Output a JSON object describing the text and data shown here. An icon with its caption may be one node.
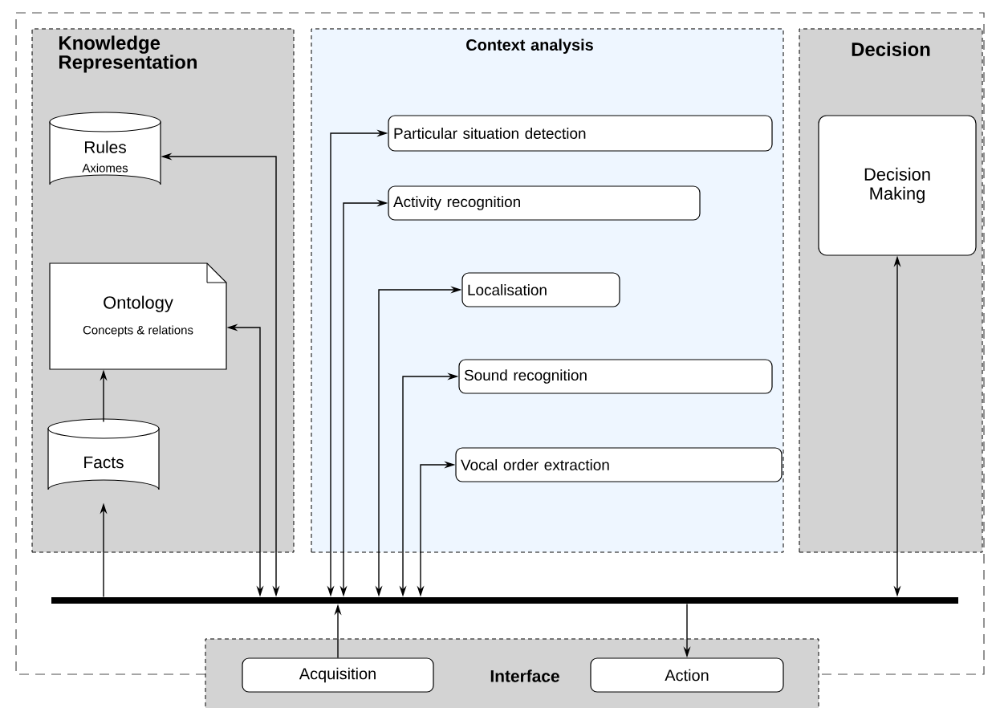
{
  "diagram": {
    "nodes": [
      {
        "text": [
          "Knowledge Representation"
        ]
      },
      {
        "text": [
          "Rules",
          "Axiomes"
        ],
        "in": 0
      },
      {
        "text": [
          "Ontology",
          "Concepts & relations"
        ],
        "in": 0
      },
      {
        "text": [
          "Facts"
        ],
        "in": 0
      },
      {
        "text": [
          "Context analysis"
        ]
      },
      {
        "text": [
          "Particular situation detection"
        ],
        "in": 4
      },
      {
        "text": [
          "Activity recognition"
        ],
        "in": 4
      },
      {
        "text": [
          "Localisation"
        ],
        "in": 4
      },
      {
        "text": [
          "Sound recognition"
        ],
        "in": 4
      },
      {
        "text": [
          "Vocal order extraction"
        ],
        "in": 4
      },
      {
        "text": [
          "Decision"
        ]
      },
      {
        "text": [
          "Decision Making"
        ],
        "in": 10
      },
      {
        "text": [
          "Interface"
        ]
      },
      {
        "text": [
          "Acquisition"
        ],
        "in": 12
      },
      {
        "text": [
          "Action"
        ],
        "in": 12
      },
      {
        "text": [],
        "shape": "bar"
      }
    ],
    "edges": [
      {
        "from": 3,
        "to": 2,
        "arrow": "to"
      },
      {
        "from": 15,
        "to": 3,
        "arrow": "to"
      },
      {
        "from": 1,
        "to": 15,
        "arrow": "both"
      },
      {
        "from": 2,
        "to": 15,
        "arrow": "both"
      },
      {
        "from": 15,
        "to": 5,
        "arrow": "both"
      },
      {
        "from": 15,
        "to": 6,
        "arrow": "both"
      },
      {
        "from": 15,
        "to": 7,
        "arrow": "both"
      },
      {
        "from": 15,
        "to": 8,
        "arrow": "both"
      },
      {
        "from": 15,
        "to": 9,
        "arrow": "both"
      },
      {
        "from": 13,
        "to": 15,
        "arrow": "to"
      },
      {
        "from": 15,
        "to": 14,
        "arrow": "to"
      },
      {
        "from": 11,
        "to": 15,
        "arrow": "both"
      }
    ]
  }
}
